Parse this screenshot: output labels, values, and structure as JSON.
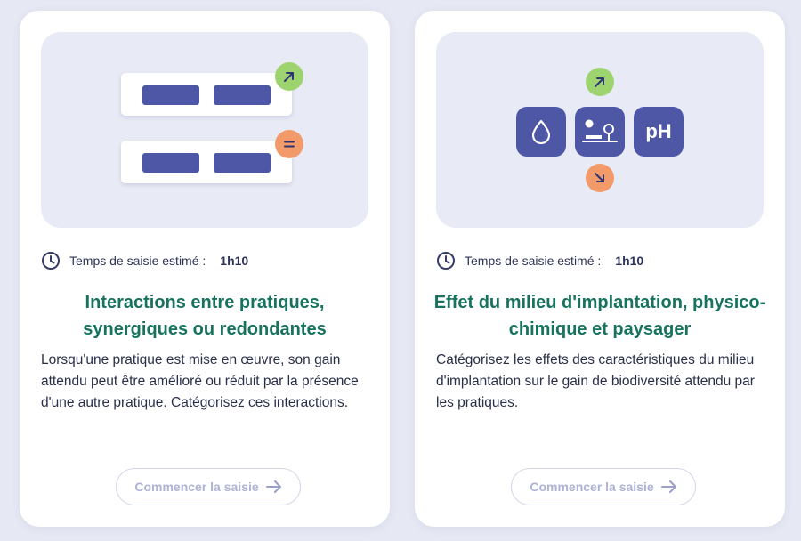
{
  "cards": [
    {
      "time_label": "Temps de saisie estimé :",
      "time_value": "1h10",
      "title": "Interactions entre pratiques, synergiques ou redondantes",
      "description": "Lorsqu'une pratique est mise en œuvre, son gain attendu peut être amélioré ou réduit par la présence d'une autre pratique. Catégorisez ces interactions.",
      "button_label": "Commencer la saisie",
      "illustration_icons": [
        "arrow-up-right-icon",
        "equals-icon"
      ]
    },
    {
      "time_label": "Temps de saisie estimé :",
      "time_value": "1h10",
      "title": "Effet du milieu d'implantation, physico-chimique et paysager",
      "description": "Catégorisez les effets des caractéristiques du milieu d'implantation sur le gain de biodiversité attendu par les pratiques.",
      "button_label": "Commencer la saisie",
      "illustration_icons": [
        "arrow-up-right-icon",
        "water-drop-icon",
        "landscape-icon",
        "arrow-down-right-icon"
      ],
      "ph_label": "pH"
    }
  ],
  "colors": {
    "background": "#e6e8f3",
    "illustration_bg": "#e8eaf5",
    "indigo": "#4e56a6",
    "green_badge": "#9ed470",
    "orange_badge": "#f39a6b",
    "title_green": "#17735f",
    "button_text": "#aeb3d5"
  }
}
